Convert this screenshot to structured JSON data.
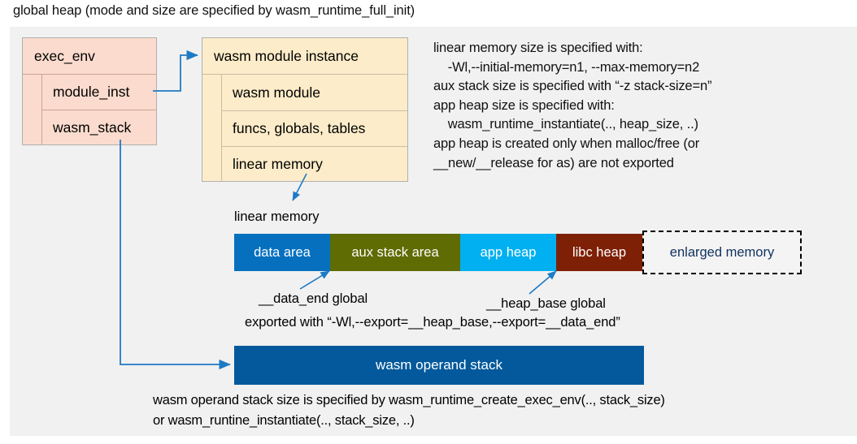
{
  "title": "global heap (mode and size are specified by wasm_runtime_full_init)",
  "colors": {
    "panel_bg": "#f1f1f1",
    "exec_env_fill": "#fadbcd",
    "module_instance_fill": "#fdecc9",
    "data_area": "#0670bf",
    "aux_stack_area": "#5f6b03",
    "app_heap": "#00b0f0",
    "libc_heap": "#7e2006",
    "enlarged_memory_text": "#10315e",
    "operand_stack": "#03599b",
    "arrow": "#1f7ac4"
  },
  "exec_env": {
    "header": "exec_env",
    "rows": [
      "module_inst",
      "wasm_stack"
    ]
  },
  "module_instance": {
    "header": "wasm module instance",
    "rows": [
      "wasm module",
      "funcs, globals, tables",
      "linear memory"
    ]
  },
  "notes": "linear memory size is specified with:\n    -Wl,--initial-memory=n1, --max-memory=n2\naux stack size is specified with “-z stack-size=n”\napp heap size is specified with:\n    wasm_runtime_instantiate(.., heap_size, ..)\napp heap is created only when malloc/free (or\n__new/__release for as) are not exported",
  "linear_memory": {
    "caption": "linear memory",
    "segments": [
      {
        "label": "data area",
        "color": "#0670bf",
        "width": 118
      },
      {
        "label": "aux stack area",
        "color": "#5f6b03",
        "width": 160
      },
      {
        "label": "app heap",
        "color": "#00b0f0",
        "width": 118
      },
      {
        "label": "libc heap",
        "color": "#7e2006",
        "width": 106
      },
      {
        "label": "enlarged memory",
        "color": "#f4f4f4",
        "width": 196
      }
    ]
  },
  "annotations": {
    "data_end": "__data_end global",
    "heap_base": "__heap_base global",
    "exported": "exported with “-Wl,--export=__heap_base,--export=__data_end”"
  },
  "operand_stack": {
    "label": "wasm operand stack",
    "note": "wasm operand stack size is specified by wasm_runtime_create_exec_env(.., stack_size)\nor wasm_runtine_instantiate(.., stack_size, ..)"
  }
}
